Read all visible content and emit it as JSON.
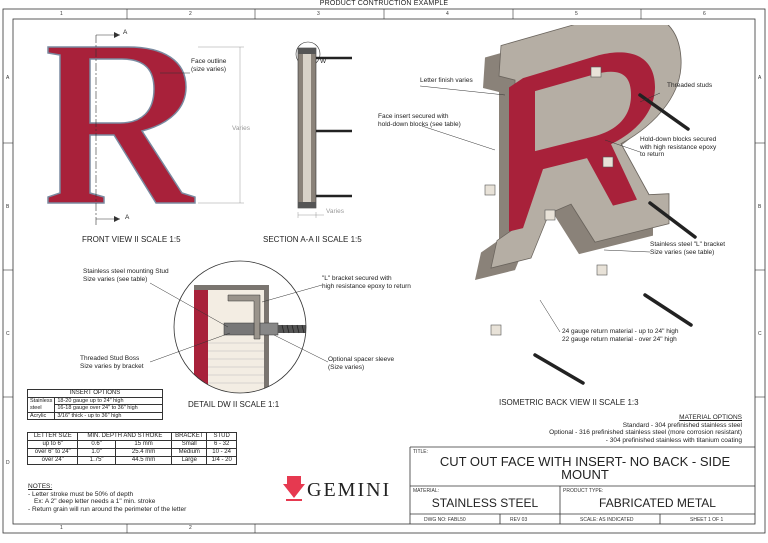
{
  "header": {
    "title": "PRODUCT CONTRUCTION EXAMPLE"
  },
  "frame": {
    "cols": [
      "1",
      "2",
      "3",
      "4",
      "5",
      "6"
    ],
    "rows": [
      "A",
      "B",
      "C",
      "D"
    ]
  },
  "views": {
    "front": "FRONT VIEW II SCALE 1:5",
    "section": "SECTION A-A II SCALE 1:5",
    "detail": "DETAIL DW II SCALE 1:1",
    "iso": "ISOMETRIC BACK VIEW II SCALE 1:3"
  },
  "callouts": {
    "face_outline": "Face outline\n(size varies)",
    "varies_front": "Varies",
    "varies_section": "Varies",
    "arrow_a_top": "A",
    "arrow_a_bottom": "A",
    "detail_w": "W",
    "mount_stud": "Stainless steel mounting Stud\nSize varies (see table)",
    "l_bracket_detail": "\"L\" bracket secured with\nhigh resistance epoxy to return",
    "stud_boss": "Threaded Stud Boss\nSize varies by bracket",
    "spacer": "Optional spacer sleeve\n(Size varies)",
    "letter_finish": "Letter finish varies",
    "face_insert": "Face insert secured with\nhold-down blocks (see table)",
    "threaded_studs": "Threaded studs",
    "hold_down": "Hold-down blocks secured\nwith high resistance epoxy\nto return",
    "ss_bracket": "Stainless steel \"L\" bracket\nSize varies (see table)",
    "gauge": "24 gauge return material - up to 24\" high\n22 gauge return material - over 24\" high"
  },
  "material_options": {
    "title": "MATERIAL OPTIONS",
    "lines": [
      "Standard - 304 prefinished stainless steel",
      "Optional  - 316 prefinished stainless steel (more corrosion resistant)",
      "- 304 prefinished stainless with titanium coating"
    ]
  },
  "insert_options": {
    "title": "INSERT OPTIONS",
    "rows": [
      {
        "material": "Stainless steel",
        "values": [
          "18-20 gauge up to 24\" high",
          "16-18 gauge over 24\" to 36\" high"
        ]
      },
      {
        "material": "Acrylic",
        "values": [
          "3/16\" thick - up to 36\" high"
        ]
      }
    ]
  },
  "size_table": {
    "headers": [
      "LETTER SIZE",
      "MIN. DEPTH AND STROKE",
      "BRACKET",
      "STUD"
    ],
    "rows": [
      [
        "up to 6\"",
        "0.6\"",
        "15 mm",
        "Small",
        "6 - 32"
      ],
      [
        "over 6\" to 24\"",
        "1.0\"",
        "25.4 mm",
        "Medium",
        "10 - 24"
      ],
      [
        "over 24\"",
        "1.75\"",
        "44.5 mm",
        "Large",
        "1/4 - 20"
      ]
    ]
  },
  "notes": {
    "title": "NOTES:",
    "lines": [
      "- Letter stroke must be 50% of depth",
      "Ex: A 2\" deep letter needs a 1\" min. stroke",
      "- Return grain will run around the perimeter of the letter"
    ]
  },
  "logo": {
    "text": "GEMINI"
  },
  "title_block": {
    "title_label": "TITLE:",
    "title": "CUT OUT FACE WITH INSERT- NO BACK - SIDE MOUNT",
    "material_label": "MATERIAL:",
    "material": "STAINLESS STEEL",
    "product_label": "PRODUCT TYPE:",
    "product": "FABRICATED METAL",
    "dwg": "DWG NO: FABL50",
    "rev": "REV 03",
    "scale": "SCALE: AS INDICATED",
    "sheet": "SHEET 1 OF 1"
  },
  "colors": {
    "face": "#a8213a",
    "return": "#8a8279",
    "line": "#333333"
  }
}
